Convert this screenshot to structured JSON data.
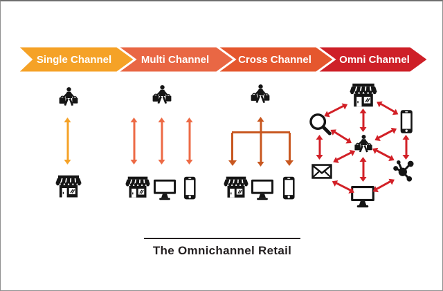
{
  "diagram_title": "The Omnichannel Retail",
  "banners": [
    {
      "label": "Single Channel",
      "color": "#F5A227"
    },
    {
      "label": "Multi Channel",
      "color": "#E96744"
    },
    {
      "label": "Cross Channel",
      "color": "#E5572E"
    },
    {
      "label": "Omni Channel",
      "color": "#CE2028"
    }
  ],
  "arrow_colors": {
    "single_channel": "#F5A227",
    "multi_channel": "#ED6A45",
    "cross_channel": "#C8571F",
    "omni_channel": "#D22027"
  },
  "sections": [
    {
      "name": "Single Channel",
      "actor": "shopper",
      "touchpoints": [
        "store"
      ],
      "connection": "one two-way link"
    },
    {
      "name": "Multi Channel",
      "actor": "shopper",
      "touchpoints": [
        "store",
        "desktop",
        "mobile"
      ],
      "connection": "parallel two-way links"
    },
    {
      "name": "Cross Channel",
      "actor": "shopper",
      "touchpoints": [
        "store",
        "desktop",
        "mobile"
      ],
      "connection": "merged single link"
    },
    {
      "name": "Omni Channel",
      "actor": "shopper",
      "touchpoints": [
        "store",
        "mobile",
        "search",
        "email",
        "network",
        "desktop"
      ],
      "connection": "fully interconnected mesh"
    }
  ]
}
